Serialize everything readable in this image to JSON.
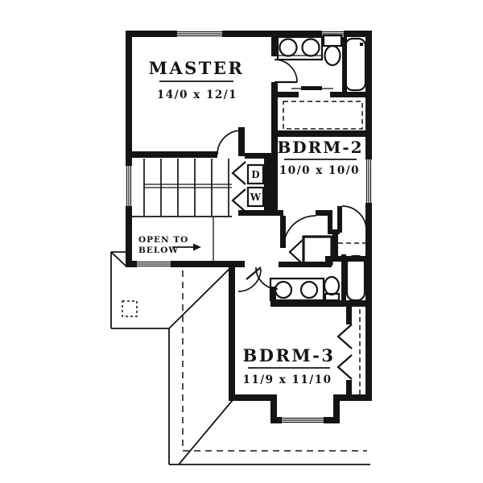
{
  "rooms": [
    {
      "name": "MASTER",
      "dims": "14/0 x 12/1"
    },
    {
      "name": "BDRM-2",
      "dims": "10/0 x 10/0"
    },
    {
      "name": "BDRM-3",
      "dims": "11/9 x 11/10"
    }
  ],
  "stairwell": {
    "note_line1": "OPEN TO",
    "note_line2": "BELOW"
  },
  "laundry": {
    "dryer_label": "D",
    "washer_label": "W"
  },
  "colors": {
    "ink": "#141414",
    "paper": "#ffffff"
  }
}
